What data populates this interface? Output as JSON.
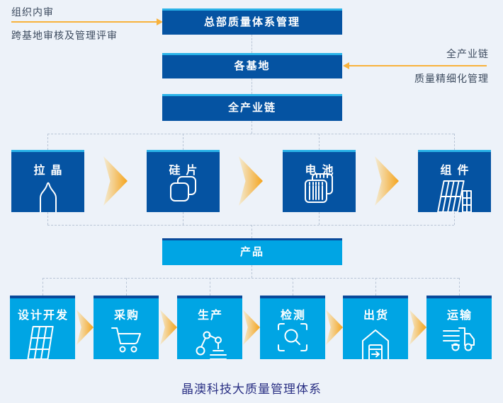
{
  "caption": "晶澳科技大质量管理体系",
  "annotations": {
    "left": {
      "line1": "组织内审",
      "line2": "跨基地审核及管理评审"
    },
    "right": {
      "line1": "全产业链",
      "line2": "质量精细化管理"
    }
  },
  "hierarchy": {
    "tiers": [
      {
        "label": "总部质量体系管理"
      },
      {
        "label": "各基地"
      },
      {
        "label": "全产业链"
      }
    ]
  },
  "process_chain": {
    "items": [
      {
        "label": "拉晶",
        "icon": "crystal-ingot-icon"
      },
      {
        "label": "硅片",
        "icon": "silicon-wafer-icon"
      },
      {
        "label": "电池",
        "icon": "solar-cell-icon"
      },
      {
        "label": "组件",
        "icon": "solar-module-icon"
      }
    ]
  },
  "product": {
    "label": "产品"
  },
  "lifecycle": {
    "items": [
      {
        "label": "设计开发",
        "icon": "design-grid-icon"
      },
      {
        "label": "采购",
        "icon": "shopping-cart-icon"
      },
      {
        "label": "生产",
        "icon": "robot-arm-icon"
      },
      {
        "label": "检测",
        "icon": "inspection-scan-icon"
      },
      {
        "label": "出货",
        "icon": "warehouse-shipping-icon"
      },
      {
        "label": "运输",
        "icon": "truck-icon"
      }
    ]
  },
  "colors": {
    "background": "#edf2f9",
    "dark_blue_box": "#0553a2",
    "cyan_strip": "#29b2e8",
    "cyan_box": "#00a5e4",
    "navy_strip": "#0a4a9a",
    "arrow_yellow": "#f8b23c",
    "chevron_orange": "#f5a41d",
    "dashed_line": "#b9c5d6",
    "annotation_text": "#3c4a5e",
    "caption_text": "#2a3084"
  }
}
